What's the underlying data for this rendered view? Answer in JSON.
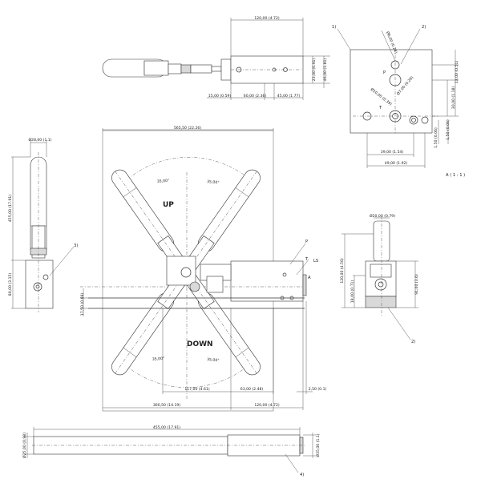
{
  "labels": {
    "up": "UP",
    "down": "DOWN",
    "scale": "A ( 1 : 1 )",
    "p_top": "P",
    "t_top": "T",
    "ls": "LS",
    "a": "A",
    "p_right": "P",
    "t_right": "T",
    "callout_1": "1)",
    "callout_2_top": "2)",
    "callout_2_side": "2)",
    "callout_3": "3)",
    "callout_4": "4)"
  },
  "dimensions": {
    "top_width": "120,00 (4.72)",
    "top_d1": "15,00 (0.59)",
    "top_d2": "60,00 (2.36)",
    "top_d3": "45,00 (1.77)",
    "top_h1": "23,00 (0.91)",
    "top_h2": "46,00 (1.81)",
    "detail_top": "Ø6,00 (0.24)",
    "detail_v1": "13,00 (0.51)",
    "detail_v2": "30,00 (1.18)",
    "detail_v3": "1,50 (0.06)",
    "detail_v4": "1,50 (0.06)",
    "detail_o1": "Ø10,00 (0.39)",
    "detail_o2": "Ø7,00 (0.28)",
    "detail_h1": "39,00 (1.54)",
    "detail_h2": "49,00 (1.92)",
    "left_dia": "Ø28,00 (1.1)",
    "left_h": "455,00 (17.91)",
    "left_h2": "80,00 (3.15)",
    "main_width": "565,50 (22.26)",
    "angle_tl": "35,00°",
    "angle_tr": "35,00°",
    "angle_bl": "35,00°",
    "angle_br": "35,00°",
    "main_h_left": "17,50 (0.69)",
    "main_d1": "117,00 (4.61)",
    "main_d2": "63,00 (2.48)",
    "main_d3": "2,50 (0.1)",
    "main_w1": "360,50 (14.19)",
    "main_w2": "120,00 (4.72)",
    "right_dia": "Ø20,00 (0.79)",
    "right_h1": "120,00 (4.56)",
    "right_h2": "18,00 (0.71)",
    "right_h3": "91,00 (3.6)",
    "bottom_len": "455,00 (17.91)",
    "bottom_d1": "Ø25,00 (0.98)",
    "bottom_d2": "Ø35,00 (1.1)"
  }
}
